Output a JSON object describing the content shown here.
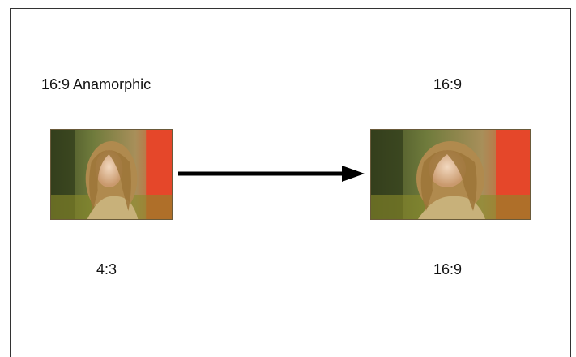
{
  "source_label": "16:9 Anamorphic",
  "source_display_label": "4:3",
  "target_label": "16:9",
  "target_display_label": "16:9",
  "images": {
    "source": {
      "icon": "portrait-photo-squeezed"
    },
    "target": {
      "icon": "portrait-photo-widescreen"
    }
  },
  "arrow_icon": "arrow-right-icon",
  "colors": {
    "arrow": "#000000",
    "frame": "#333333"
  }
}
